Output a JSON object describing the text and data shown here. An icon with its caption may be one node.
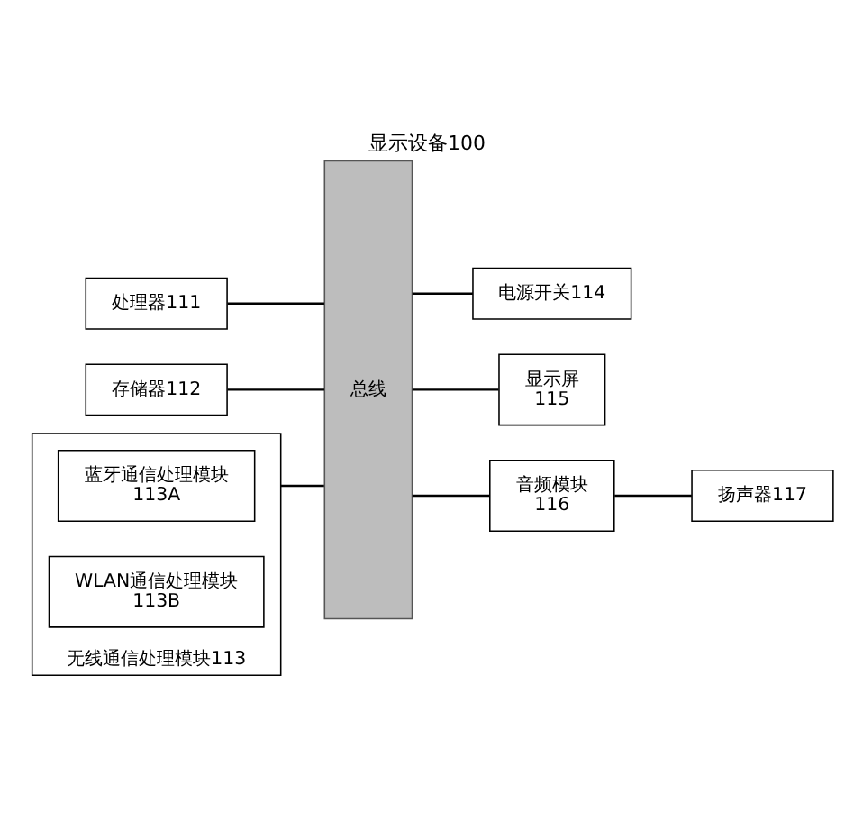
{
  "diagram": {
    "title": "显示设备100",
    "nodes": [
      {
        "text": [
          "电源开关114"
        ]
      },
      {
        "text": [
          "处理器111"
        ]
      },
      {
        "text": [
          "存储器112"
        ]
      },
      {
        "text": [
          "显示屏",
          "115"
        ]
      },
      {
        "text": [
          "无线通信处理模块113"
        ]
      },
      {
        "text": [
          "蓝牙通信处理模块",
          "113A"
        ],
        "in": 4
      },
      {
        "text": [
          "WLAN通信处理模块",
          "113B"
        ],
        "in": 4
      },
      {
        "text": [
          "总线"
        ]
      },
      {
        "text": [
          "音频模块",
          "116"
        ]
      },
      {
        "text": [
          "扬声器117"
        ]
      }
    ],
    "edges": [
      {
        "from": 7,
        "to": 0,
        "arrow": "none"
      },
      {
        "from": 1,
        "to": 7,
        "arrow": "none"
      },
      {
        "from": 2,
        "to": 7,
        "arrow": "none"
      },
      {
        "from": 7,
        "to": 3,
        "arrow": "none"
      },
      {
        "from": 4,
        "to": 7,
        "arrow": "none"
      },
      {
        "from": 7,
        "to": 8,
        "arrow": "none"
      },
      {
        "from": 8,
        "to": 9,
        "arrow": "none"
      }
    ]
  }
}
